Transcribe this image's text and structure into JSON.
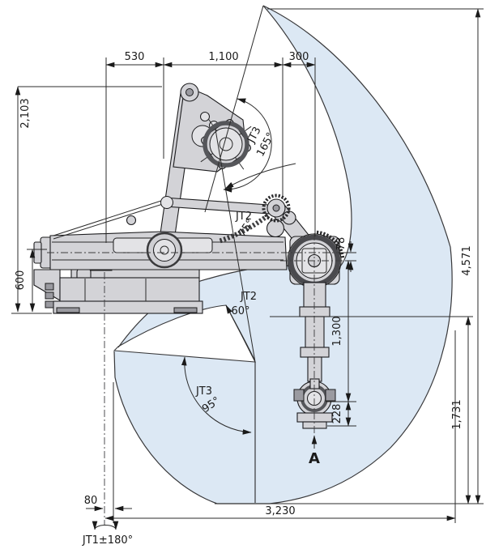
{
  "figure": {
    "type": "technical-diagram",
    "subject": "Industrial robot side view with working envelope and motion range dimensions",
    "colors": {
      "envelope_fill": "#dce8f4",
      "outline": "#38383a",
      "robot_fill": "#d3d3d7",
      "dimension_text": "#1a1a1a"
    },
    "dimensions": {
      "d530": "530",
      "d1100": "1,100",
      "d300": "300",
      "d2103": "2,103",
      "d600": "600",
      "d78": "78",
      "d1300": "1,300",
      "d228": "228",
      "d4571": "4,571",
      "d1731": "1,731",
      "d80": "80",
      "d3230": "3,230"
    },
    "joints": {
      "jt1": "JT1±180°",
      "jt2_up_name": "JT2",
      "jt2_up_angle": "75°",
      "jt2_dn_name": "JT2",
      "jt2_dn_angle": "60°",
      "jt3_up_name": "JT3",
      "jt3_up_angle": "165°",
      "jt3_dn_name": "JT3",
      "jt3_dn_angle": "95°"
    },
    "labels": {
      "flange_point": "A"
    }
  }
}
